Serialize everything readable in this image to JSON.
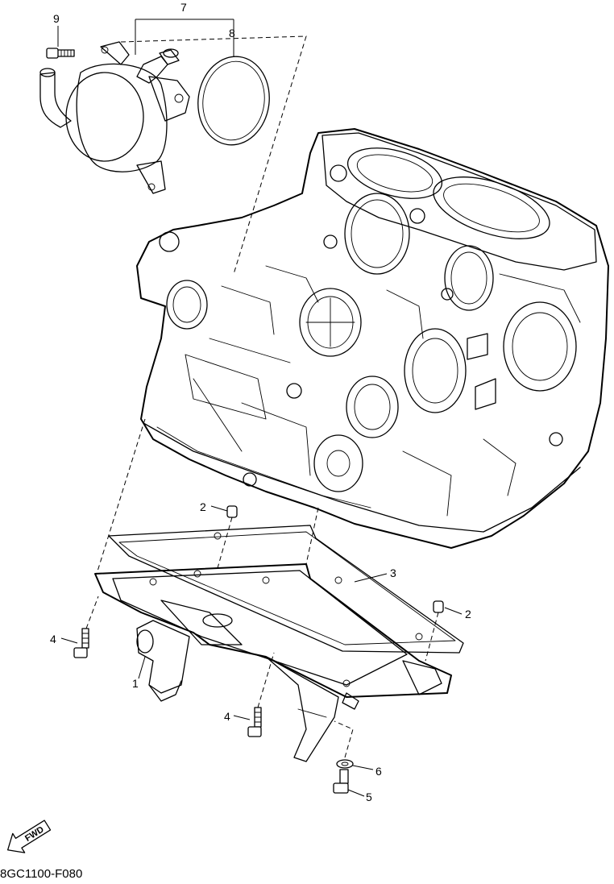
{
  "diagram": {
    "drawing_code": "8GC1100-F080",
    "fwd_label": "FWD",
    "callouts": [
      "9",
      "7",
      "8",
      "2",
      "3",
      "2",
      "4",
      "1",
      "4",
      "6",
      "5"
    ]
  },
  "parts": [
    {
      "id": "oil-cooler",
      "callout": "7"
    },
    {
      "id": "o-ring",
      "callout": "8"
    },
    {
      "id": "cooler-bolt",
      "callout": "9"
    },
    {
      "id": "oil-pan",
      "callout": "1"
    },
    {
      "id": "dowel-pin",
      "callout": "2"
    },
    {
      "id": "oil-pan-gasket",
      "callout": "3"
    },
    {
      "id": "oil-pan-bolt",
      "callout": "4"
    },
    {
      "id": "drain-bolt",
      "callout": "5"
    },
    {
      "id": "drain-washer",
      "callout": "6"
    }
  ]
}
